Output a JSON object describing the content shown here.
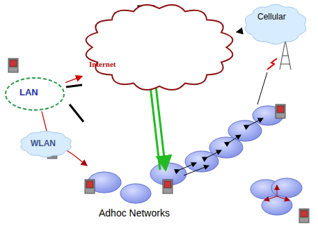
{
  "diagram": {
    "nodes": [
      {
        "text": [
          "Internet"
        ]
      },
      {
        "text": [
          "Cellular"
        ]
      },
      {
        "text": [
          "LAN"
        ]
      },
      {
        "text": [
          "WLAN"
        ]
      }
    ],
    "edges": [
      {
        "from": 2,
        "to": 0,
        "arrow": "to"
      },
      {
        "from": 1,
        "to": 0,
        "arrow": "to"
      }
    ],
    "labels": [
      "Adhoc Networks"
    ]
  }
}
